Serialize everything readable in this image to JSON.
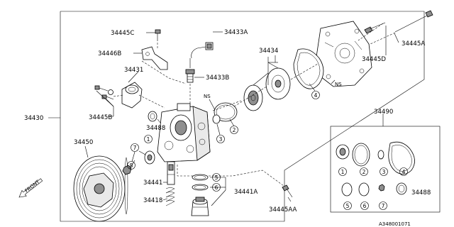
{
  "labels": {
    "p34445C": "34445C",
    "p34433A": "34433A",
    "p34446B": "34446B",
    "p34431": "34431",
    "p34433B": "34433B",
    "p34434": "34434",
    "p34445D": "34445D",
    "p34445A": "34445A",
    "p34445B": "34445B",
    "p34430": "34430",
    "p34450": "34450",
    "p34488": "34488",
    "p34441": "34441",
    "p34418": "34418",
    "p34441A": "34441A",
    "p34445AA": "34445AA",
    "p34490": "34490",
    "p34488b": "34488",
    "ns1": "NS",
    "ns2": "NS",
    "front": "FRONT",
    "code": "A348001071"
  },
  "circled": {
    "c1": "1",
    "c2": "2",
    "c3": "3",
    "c4": "4",
    "c5": "5",
    "c6": "6",
    "c7": "7",
    "c8": "8"
  }
}
